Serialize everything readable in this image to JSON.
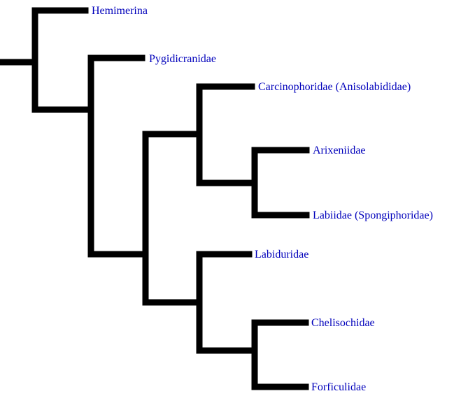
{
  "diagram": {
    "type": "cladogram",
    "colors": {
      "branch": "#000000",
      "label": "#0000bb"
    },
    "taxa": [
      "Hemimerina",
      "Pygidicranidae",
      "Carcinophoridae (Anisolabididae)",
      "Arixeniidae",
      "Labiidae (Spongiphoridae)",
      "Labiduridae",
      "Chelisochidae",
      "Forficulidae"
    ],
    "topology": "(Hemimerina,(Pygidicranidae,((Carcinophoridae (Anisolabididae),(Arixeniidae,Labiidae (Spongiphoridae))),(Labiduridae,(Chelisochidae,Forficulidae)))))"
  }
}
